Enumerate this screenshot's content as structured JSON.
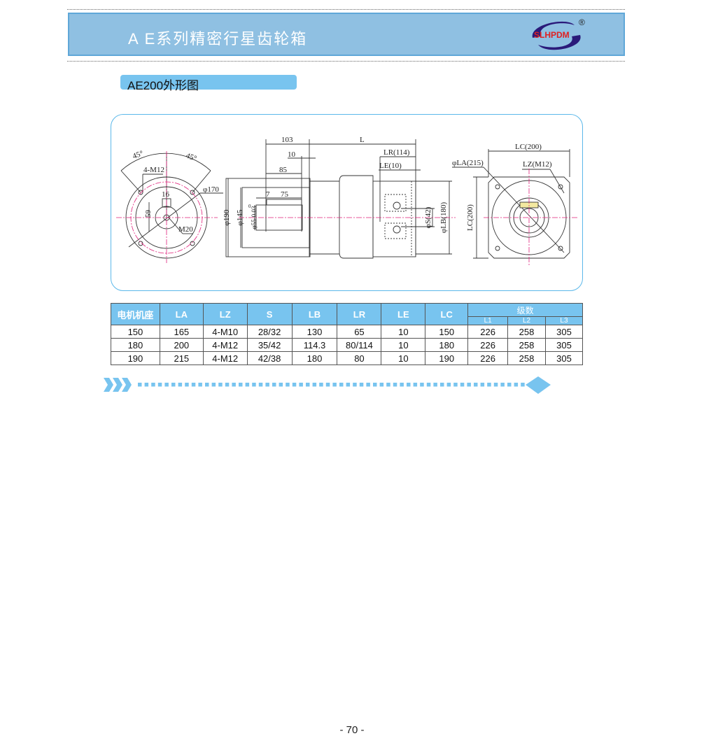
{
  "header": {
    "title": "A E系列精密行星齿轮箱",
    "logo_text": "SLHPDM",
    "registered": "®"
  },
  "section": {
    "title": "AE200外形图"
  },
  "drawing": {
    "front": {
      "angle_left": "45°",
      "angle_right": "45°",
      "holes": "4-M12",
      "key": "16",
      "height": "59",
      "thread": "M20",
      "pcd": "φ170"
    },
    "side": {
      "d103": "103",
      "d10": "10",
      "d85": "85",
      "d7": "7",
      "d75": "75",
      "d190": "φ190",
      "d145": "φ145",
      "d55": "φ55-0.03",
      "d55_upper": "0",
      "L": "L",
      "LR": "LR(114)",
      "LE": "LE(10)",
      "S": "φS(42)",
      "LB": "φLB(180)"
    },
    "output": {
      "LC_h": "LC(200)",
      "LA": "φLA(215)",
      "LZ": "LZ(M12)",
      "LC_v": "LC(200)"
    }
  },
  "table": {
    "headers": [
      "电机机座",
      "LA",
      "LZ",
      "S",
      "LB",
      "LR",
      "LE",
      "LC"
    ],
    "group": "级数",
    "sub": [
      "L1",
      "L2",
      "L3"
    ],
    "rows": [
      [
        "150",
        "165",
        "4-M10",
        "28/32",
        "130",
        "65",
        "10",
        "150",
        "226",
        "258",
        "305"
      ],
      [
        "180",
        "200",
        "4-M12",
        "35/42",
        "114.3",
        "80/114",
        "10",
        "180",
        "226",
        "258",
        "305"
      ],
      [
        "190",
        "215",
        "4-M12",
        "42/38",
        "180",
        "80",
        "10",
        "190",
        "226",
        "258",
        "305"
      ]
    ]
  },
  "colors": {
    "accent": "#78c4ef",
    "header": "#8fc0e2",
    "centerline": "#e0207a"
  },
  "footer": {
    "page": "- 70 -"
  }
}
